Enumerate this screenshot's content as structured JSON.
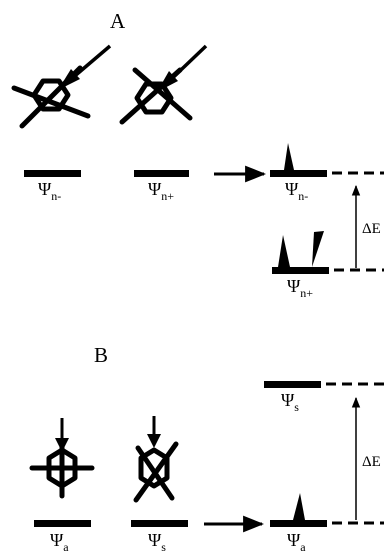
{
  "colors": {
    "ink": "#000000",
    "background": "#ffffff"
  },
  "panel_a": {
    "label": "A",
    "orbitals": [
      {
        "symbol": "Ψ",
        "subscript": "n-"
      },
      {
        "symbol": "Ψ",
        "subscript": "n+"
      }
    ],
    "upper_level": {
      "symbol": "Ψ",
      "subscript": "n-"
    },
    "lower_level": {
      "symbol": "Ψ",
      "subscript": "n+"
    },
    "energy_gap": "ΔE"
  },
  "panel_b": {
    "label": "B",
    "orbitals": [
      {
        "symbol": "Ψ",
        "subscript": "a"
      },
      {
        "symbol": "Ψ",
        "subscript": "s"
      }
    ],
    "upper_level": {
      "symbol": "Ψ",
      "subscript": "s"
    },
    "lower_level": {
      "symbol": "Ψ",
      "subscript": "a"
    },
    "energy_gap": "ΔE"
  }
}
